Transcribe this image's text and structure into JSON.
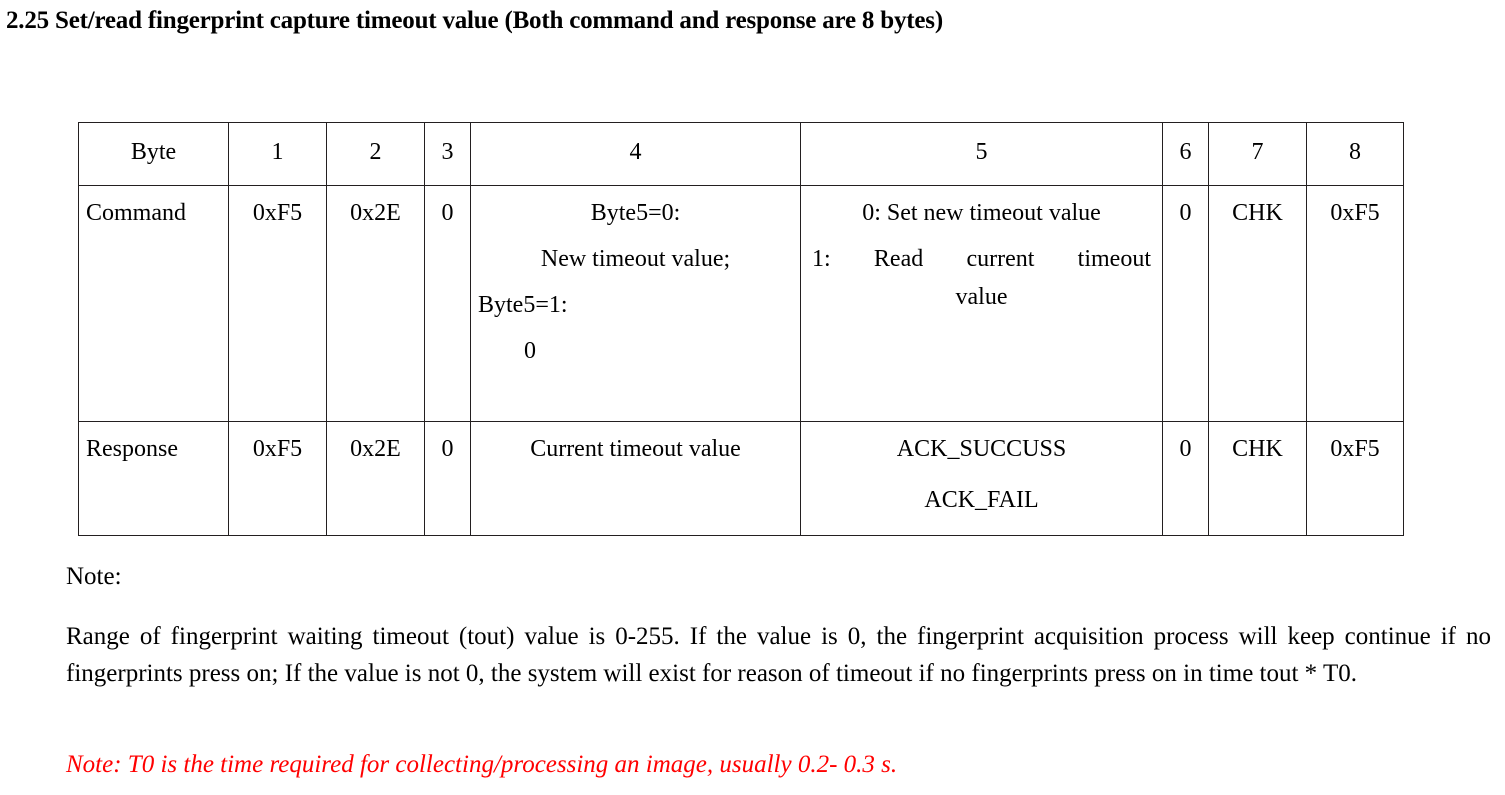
{
  "heading": "2.25 Set/read fingerprint capture timeout value (Both command and response are 8 bytes)",
  "table": {
    "header": {
      "label": "Byte",
      "b1": "1",
      "b2": "2",
      "b3": "3",
      "b4": "4",
      "b5": "5",
      "b6": "6",
      "b7": "7",
      "b8": "8"
    },
    "command": {
      "label": "Command",
      "b1": "0xF5",
      "b2": "0x2E",
      "b3": "0",
      "b4_line1": "Byte5=0:",
      "b4_line2": "New timeout value;",
      "b4_line3": "Byte5=1:",
      "b4_line4": "0",
      "b5_line1": "0: Set new timeout value",
      "b5_line2_a": "1:",
      "b5_line2_b": "Read",
      "b5_line2_c": "current",
      "b5_line2_d": "timeout",
      "b5_line3": "value",
      "b6": "0",
      "b7": "CHK",
      "b8": "0xF5"
    },
    "response": {
      "label": "Response",
      "b1": "0xF5",
      "b2": "0x2E",
      "b3": "0",
      "b4": "Current timeout value",
      "b5_line1": "ACK_SUCCUSS",
      "b5_line2": "ACK_FAIL",
      "b6": "0",
      "b7": "CHK",
      "b8": "0xF5"
    }
  },
  "notes": {
    "label": "Note:",
    "body_line1": "Range of fingerprint waiting timeout (tout) value is 0-255. If the value is 0, the fingerprint acquisition process will",
    "body_line2": "keep continue if no fingerprints press on; If the value is not 0, the system will exist for reason of timeout if no",
    "body_line3": "fingerprints press on in time tout * T0.",
    "red_note": "Note: T0 is the time required for collecting/processing an image, usually 0.2- 0.3 s.",
    "red_color": "#ff0000"
  }
}
